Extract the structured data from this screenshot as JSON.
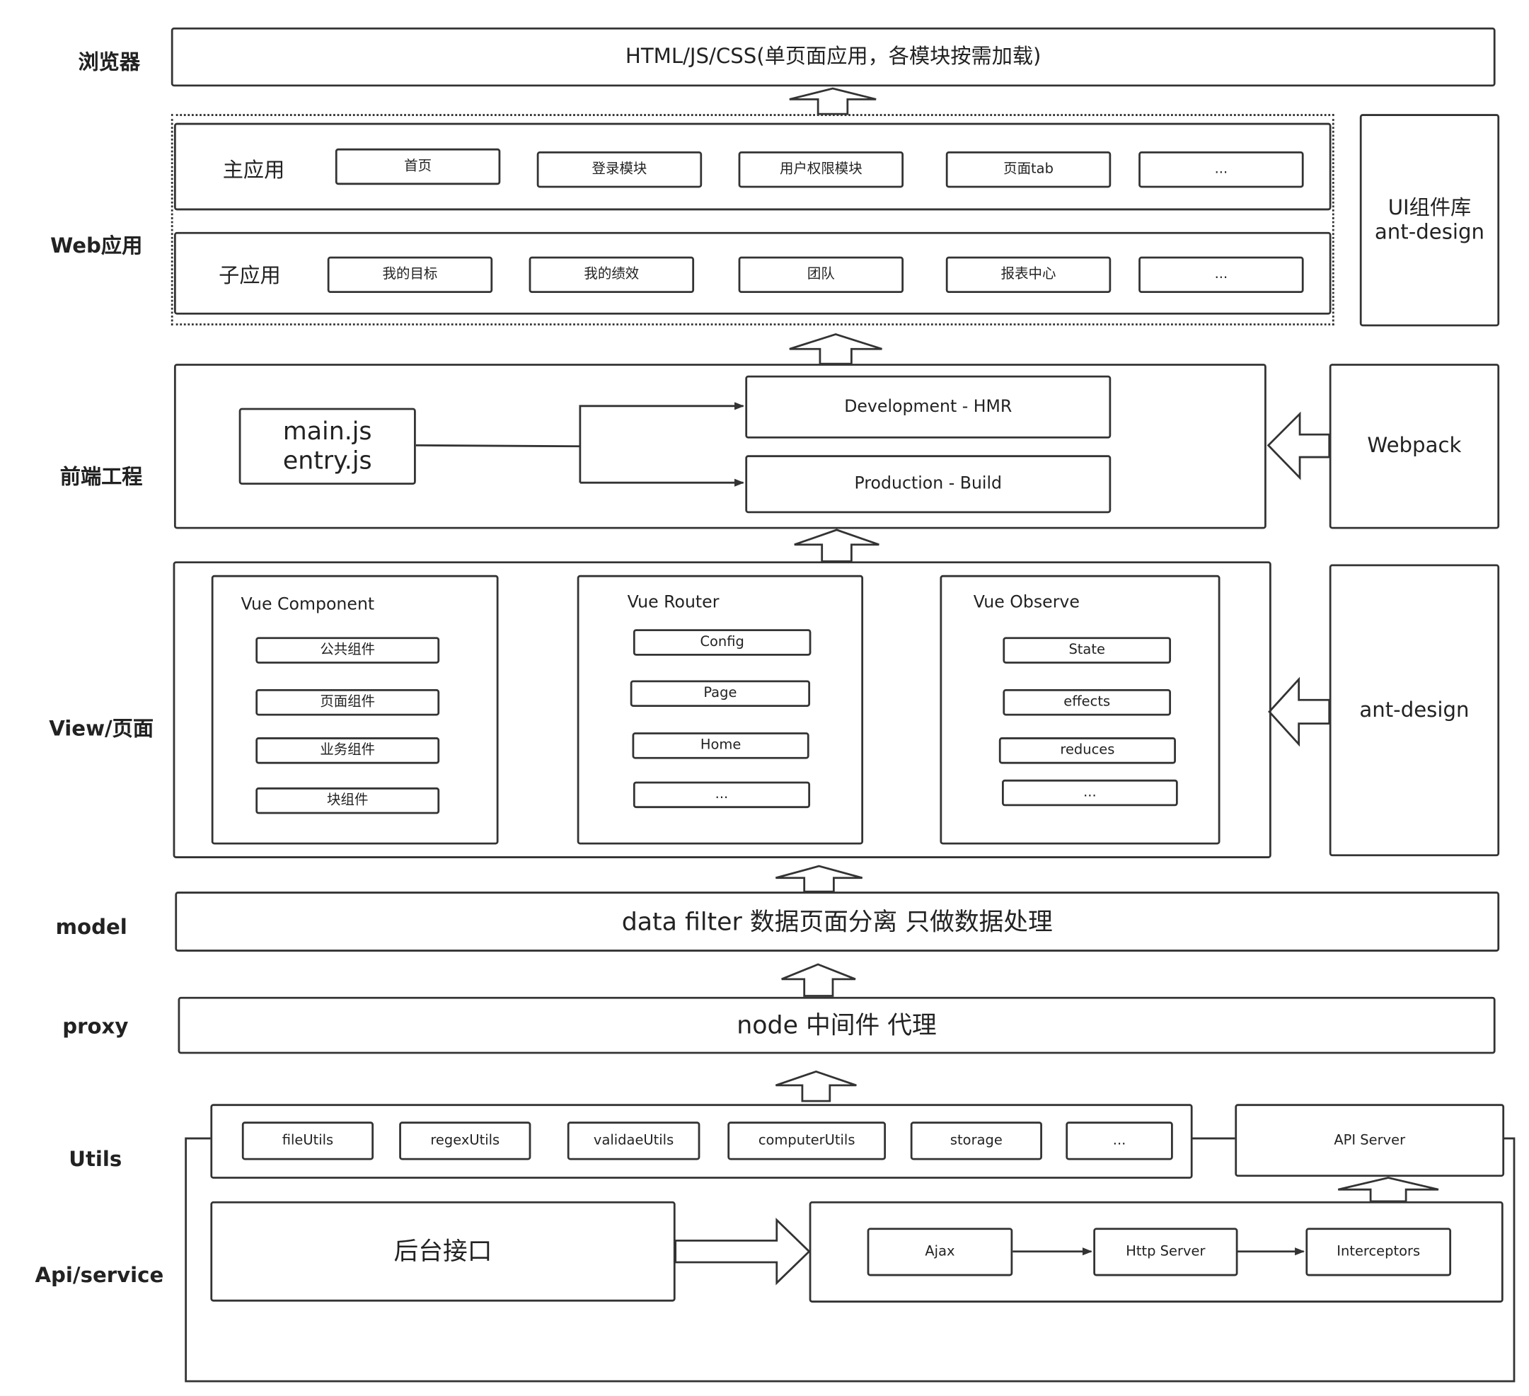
{
  "layers": {
    "browser": "浏览器",
    "web": "Web应用",
    "frontend": "前端工程",
    "view": "View/页面",
    "model": "model",
    "proxy": "proxy",
    "utils": "Utils",
    "api": "Api/service"
  },
  "browser": {
    "text": "HTML/JS/CSS(单页面应用，各模块按需加载)"
  },
  "web": {
    "main_label": "主应用",
    "main_items": [
      "首页",
      "登录模块",
      "用户权限模块",
      "页面tab",
      "..."
    ],
    "sub_label": "子应用",
    "sub_items": [
      "我的目标",
      "我的绩效",
      "团队",
      "报表中心",
      "..."
    ],
    "ui_lib": [
      "UI组件库",
      "ant-design"
    ]
  },
  "frontend": {
    "entry": [
      "main.js",
      "entry.js"
    ],
    "dev": "Development - HMR",
    "prod": "Production - Build",
    "webpack": "Webpack"
  },
  "view": {
    "component": {
      "title": "Vue Component",
      "items": [
        "公共组件",
        "页面组件",
        "业务组件",
        "块组件"
      ]
    },
    "router": {
      "title": "Vue Router",
      "items": [
        "Config",
        "Page",
        "Home",
        "..."
      ]
    },
    "observe": {
      "title": "Vue Observe",
      "items": [
        "State",
        "effects",
        "reduces",
        "..."
      ]
    },
    "side": "ant-design"
  },
  "model": {
    "text": "data filter 数据页面分离 只做数据处理"
  },
  "proxy": {
    "text": "node 中间件 代理"
  },
  "utils": {
    "items": [
      "fileUtils",
      "regexUtils",
      "validaeUtils",
      "computerUtils",
      "storage",
      "..."
    ],
    "api_server": "API Server"
  },
  "api": {
    "backend": "后台接口",
    "flow": [
      "Ajax",
      "Http Server",
      "Interceptors"
    ]
  }
}
